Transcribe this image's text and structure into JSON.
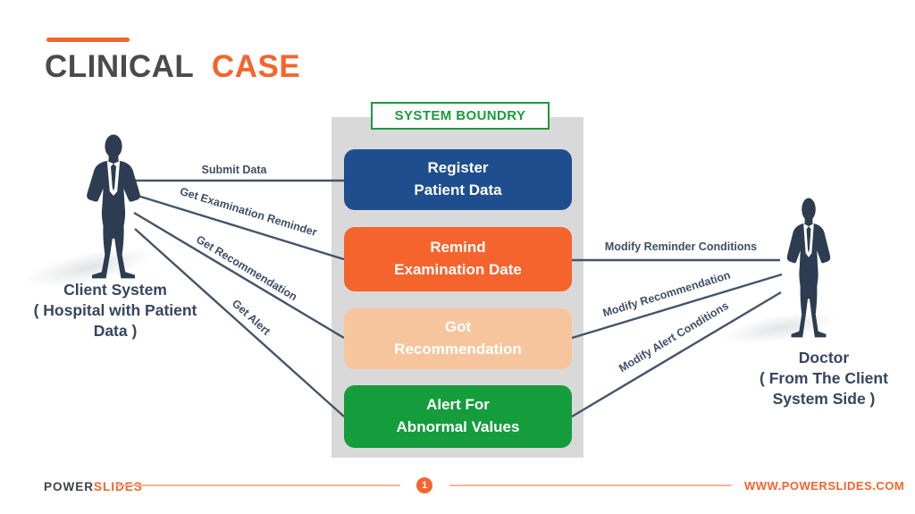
{
  "title": {
    "part1": "CLINICAL",
    "part2": "CASE"
  },
  "boundary": {
    "label": "SYSTEM BOUNDRY"
  },
  "usecases": [
    {
      "label": "Register\nPatient Data",
      "color": "#1e4e8d"
    },
    {
      "label": "Remind\nExamination Date",
      "color": "#f5642d"
    },
    {
      "label": "Got\nRecommendation",
      "color": "#f6c59d"
    },
    {
      "label": "Alert For\nAbnormal Values",
      "color": "#149c3d"
    }
  ],
  "actors": {
    "client": {
      "label": "Client System\n( Hospital with Patient\nData )"
    },
    "doctor": {
      "label": "Doctor\n( From The Client\nSystem Side )"
    }
  },
  "connections": {
    "left": [
      {
        "label": "Submit Data"
      },
      {
        "label": "Get Examination Reminder"
      },
      {
        "label": "Get Recommendation"
      },
      {
        "label": "Get Alert"
      }
    ],
    "right": [
      {
        "label": "Modify Reminder Conditions"
      },
      {
        "label": "Modify Recommendation"
      },
      {
        "label": "Modify Alert Conditions"
      }
    ]
  },
  "colors": {
    "accent_orange": "#f5642d",
    "navy_box": "#1e4e8d",
    "peach_box": "#f6c59d",
    "green_box": "#149c3d",
    "boundary_green": "#1a9b3c",
    "boundary_gray": "#d9d9d9",
    "connector_navy": "#44546a",
    "actor_navy": "#2d3c51",
    "title_gray": "#4a4a4a"
  },
  "footer": {
    "brand_part1": "POWER",
    "brand_part2": "SLIDES",
    "page_number": "1",
    "website": "WWW.POWERSLIDES.COM"
  }
}
